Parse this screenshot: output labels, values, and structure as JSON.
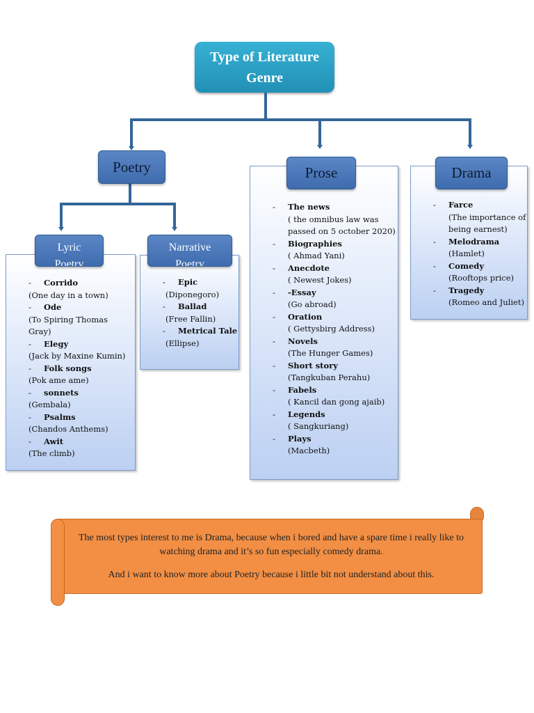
{
  "title": "Type of Literature Genre",
  "colors": {
    "title_box": "#2a9cc4",
    "heads": "#4a76b8",
    "connector": "#336699",
    "scroll": "#f28f45"
  },
  "categories": {
    "poetry": {
      "label": "Poetry"
    },
    "prose": {
      "label": "Prose"
    },
    "drama": {
      "label": "Drama"
    },
    "lyric": {
      "label": "Lyric Poetry"
    },
    "narrative": {
      "label": "Narrative Poetry"
    }
  },
  "lyric_items": [
    {
      "bullet": "-",
      "name": "Corrido",
      "example": "(One day in a town)"
    },
    {
      "bullet": "-",
      "name": "Ode",
      "example": "(To Spiring Thomas Gray)"
    },
    {
      "bullet": "-",
      "name": "Elegy",
      "example": "(Jack by Maxine Kumin)"
    },
    {
      "bullet": "-",
      "name": "Folk songs",
      "example": "(Pok ame ame)"
    },
    {
      "bullet": "-",
      "name": "sonnets",
      "example": "(Gembala)"
    },
    {
      "bullet": "-",
      "name": "Psalms",
      "example": "(Chandos Anthems)"
    },
    {
      "bullet": "-",
      "name": "Awit",
      "example": "(The climb)"
    }
  ],
  "narrative_items": [
    {
      "bullet": "-",
      "name": "Epic",
      "example": "(Diponegoro)"
    },
    {
      "bullet": "-",
      "name": "Ballad",
      "example": "(Free Fallin)"
    },
    {
      "bullet": "-",
      "name": "Metrical Tale",
      "example": "(Ellipse)"
    }
  ],
  "prose_items": [
    {
      "bullet": "-",
      "name": "The news",
      "example": "( the omnibus law was passed on 5 october 2020)"
    },
    {
      "bullet": "-",
      "name": "Biographies",
      "example": "( Ahmad Yani)"
    },
    {
      "bullet": "-",
      "name": "Anecdote",
      "example": "( Newest Jokes)"
    },
    {
      "bullet": "-",
      "name": "-Essay",
      "example": "(Go abroad)"
    },
    {
      "bullet": "-",
      "name": "Oration",
      "example": "( Gettysbirg Address)"
    },
    {
      "bullet": "-",
      "name": "Novels",
      "example": "(The  Hunger Games)"
    },
    {
      "bullet": "-",
      "name": "Short story",
      "example": "(Tangkuban Perahu)"
    },
    {
      "bullet": "-",
      "name": "Fabels",
      "example": "( Kancil dan gong ajaib)"
    },
    {
      "bullet": "-",
      "name": "Legends",
      "example": "( Sangkuriang)"
    },
    {
      "bullet": "-",
      "name": "Plays",
      "example": "(Macbeth)"
    }
  ],
  "drama_items": [
    {
      "bullet": "-",
      "name": "Farce",
      "example": "(The importance of being earnest)"
    },
    {
      "bullet": "-",
      "name": "Melodrama",
      "example": "(Hamlet)"
    },
    {
      "bullet": "-",
      "name": "Comedy",
      "example": "(Rooftops price)"
    },
    {
      "bullet": "-",
      "name": "Tragedy",
      "example": "(Romeo and Juliet)"
    }
  ],
  "scroll": {
    "line1": "The most types interest to me is Drama, because when i bored and have a spare time i really like to watching drama and it’s so fun especially comedy drama.",
    "line2": "And i want to know more about Poetry because i little bit not understand about this."
  }
}
